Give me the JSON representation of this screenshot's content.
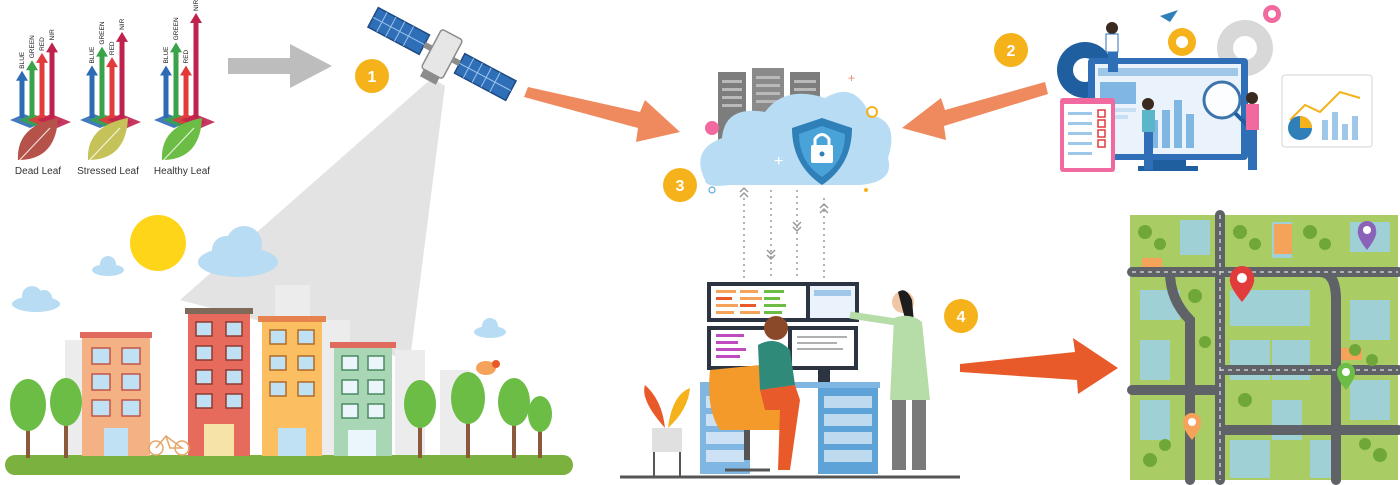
{
  "leaf_panels": [
    {
      "label": "Dead Leaf",
      "leaf_color": "#b5524a",
      "bands": [
        "BLUE",
        "GREEN",
        "RED",
        "NIR"
      ],
      "band_heights": [
        0.45,
        0.55,
        0.62,
        0.72
      ]
    },
    {
      "label": "Stressed Leaf",
      "leaf_color": "#c6c25a",
      "bands": [
        "BLUE",
        "GREEN",
        "RED",
        "NIR"
      ],
      "band_heights": [
        0.5,
        0.68,
        0.58,
        0.82
      ]
    },
    {
      "label": "Healthy Leaf",
      "leaf_color": "#6cbd45",
      "bands": [
        "BLUE",
        "GREEN",
        "RED",
        "NIR"
      ],
      "band_heights": [
        0.5,
        0.72,
        0.5,
        1.0
      ]
    }
  ],
  "band_colors": {
    "BLUE": "#2e6bb5",
    "GREEN": "#3aa34a",
    "RED": "#e23b3b",
    "NIR": "#c0224e"
  },
  "steps": [
    {
      "number": "1",
      "name": "satellite"
    },
    {
      "number": "2",
      "name": "analytics"
    },
    {
      "number": "3",
      "name": "cloud-storage"
    },
    {
      "number": "4",
      "name": "workstation"
    }
  ],
  "colors": {
    "badge": "#f5b21b",
    "arrow": "#ef8a5f",
    "arrow_dark": "#e85a2a",
    "sky_cloud": "#b8dcf3",
    "ground": "#7bb23f",
    "map_block": "#9fd0d6",
    "map_road": "#5f6368",
    "map_green": "#a9cd64"
  }
}
